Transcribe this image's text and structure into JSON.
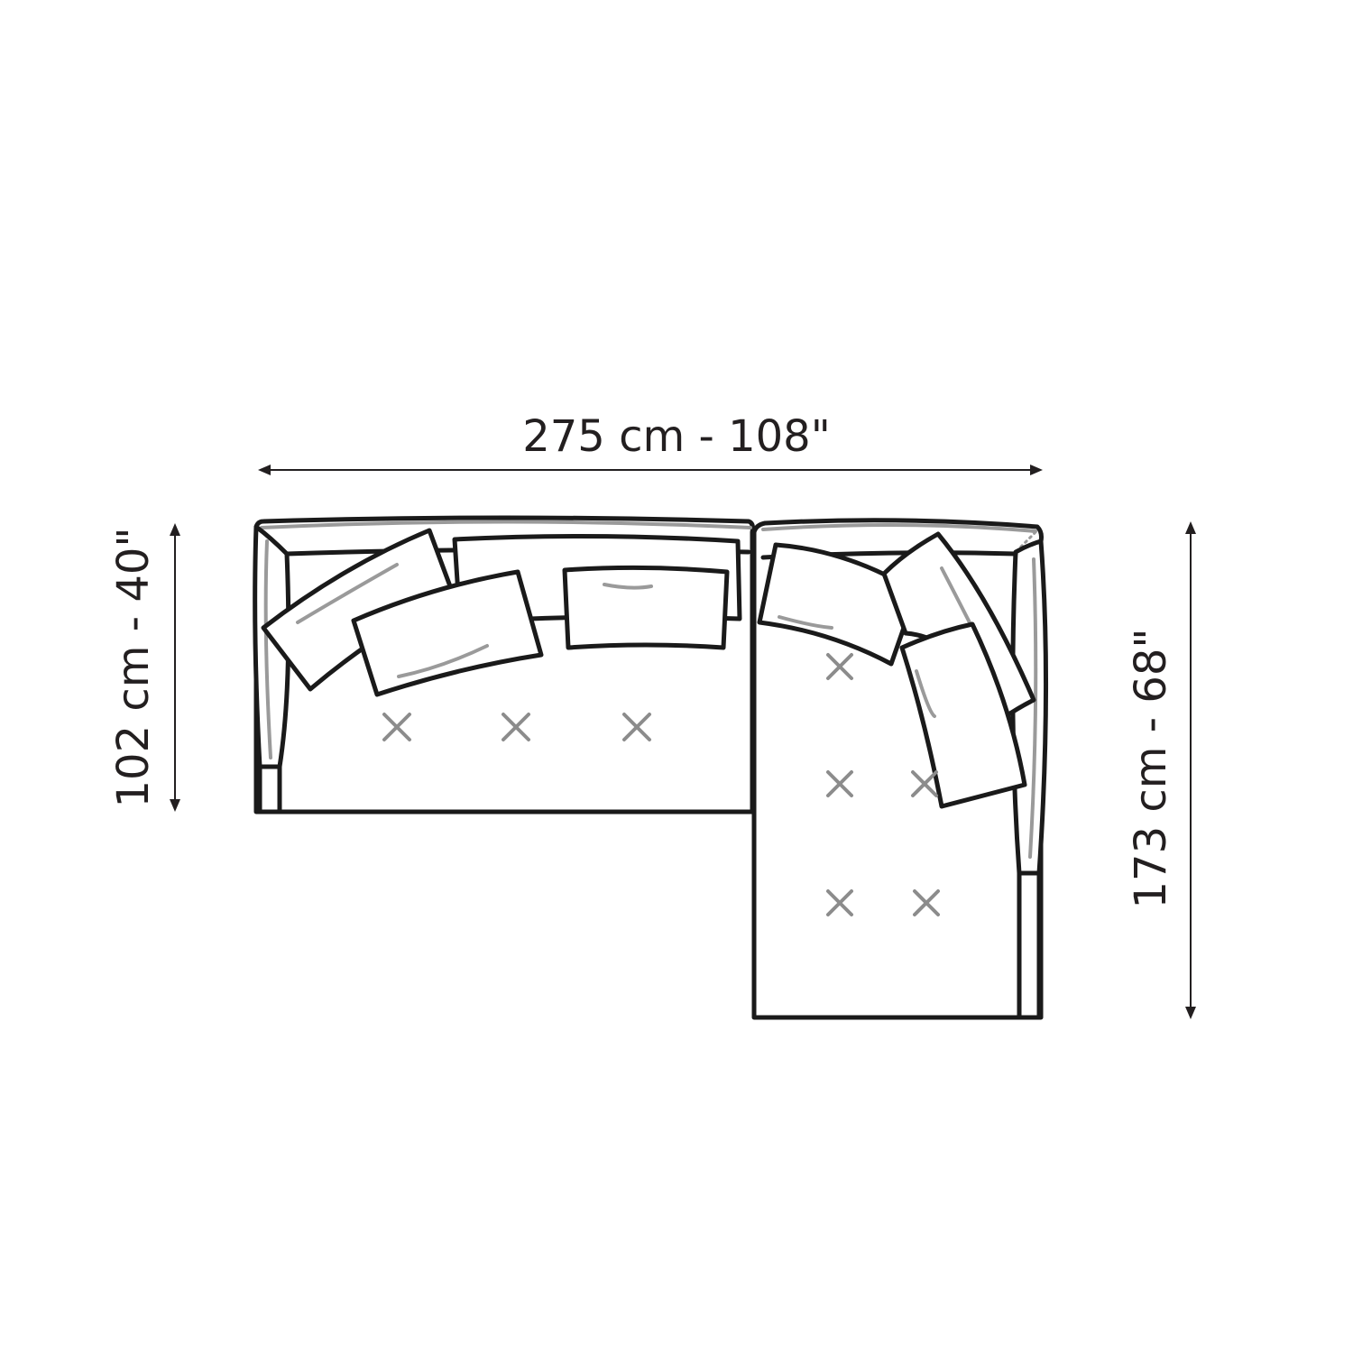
{
  "dimensions": {
    "width_label": "275 cm - 108\"",
    "depth_label": "102 cm - 40\"",
    "chaise_length_label": "173 cm - 68\""
  },
  "colors": {
    "outline": "#1a1a1a",
    "detail_gray": "#9a9a9a",
    "text": "#231f20"
  }
}
